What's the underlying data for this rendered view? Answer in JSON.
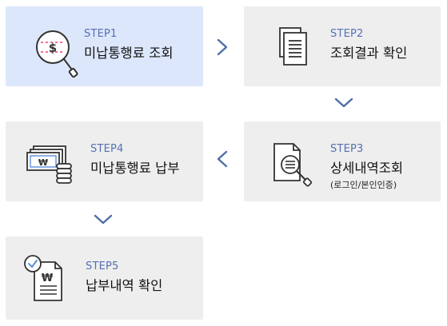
{
  "steps": [
    {
      "label": "STEP1",
      "title": "미납통행료 조회",
      "icon": "search-coin-icon"
    },
    {
      "label": "STEP2",
      "title": "조회결과 확인",
      "icon": "documents-icon"
    },
    {
      "label": "STEP3",
      "title": "상세내역조회",
      "subtitle": "(로그인/본인인증)",
      "icon": "document-search-icon"
    },
    {
      "label": "STEP4",
      "title": "미납통행료 납부",
      "icon": "money-coins-icon"
    },
    {
      "label": "STEP5",
      "title": "납부내역 확인",
      "icon": "receipt-check-icon"
    }
  ],
  "colors": {
    "card_bg": "#eeeeee",
    "active_bg": "#dde7fb",
    "step_label": "#5570b4",
    "icon_stroke": "#333333",
    "icon_accent": "#e8456b",
    "icon_blue": "#5b8fd9",
    "arrow": "#4f6fa8"
  }
}
